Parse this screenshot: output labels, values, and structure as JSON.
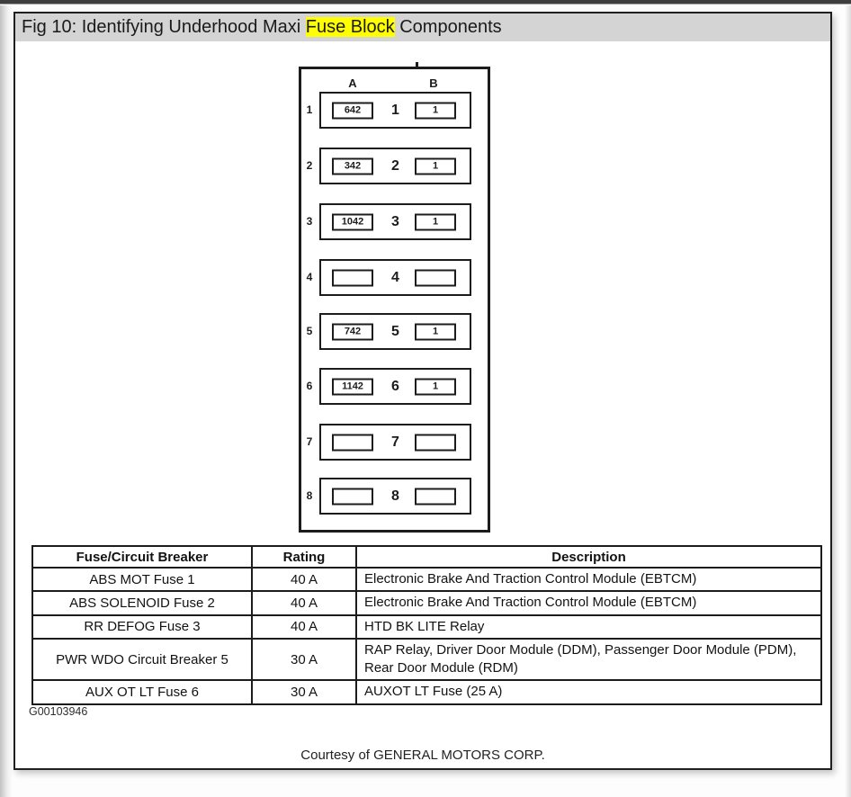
{
  "window": {
    "title_prefix": "Fig 10: Identifying Underhood Maxi ",
    "title_highlight": "Fuse Block",
    "title_suffix": " Components",
    "title_bar_color": "#d4d4d4",
    "highlight_color": "#ffff00"
  },
  "diagram": {
    "column_headers": [
      "A",
      "B"
    ],
    "rows": [
      {
        "num": "1",
        "slot_a": "642",
        "slot_b": "1"
      },
      {
        "num": "2",
        "slot_a": "342",
        "slot_b": "1"
      },
      {
        "num": "3",
        "slot_a": "1042",
        "slot_b": "1"
      },
      {
        "num": "4",
        "slot_a": "",
        "slot_b": ""
      },
      {
        "num": "5",
        "slot_a": "742",
        "slot_b": "1"
      },
      {
        "num": "6",
        "slot_a": "1142",
        "slot_b": "1"
      },
      {
        "num": "7",
        "slot_a": "",
        "slot_b": ""
      },
      {
        "num": "8",
        "slot_a": "",
        "slot_b": ""
      }
    ]
  },
  "table": {
    "headers": [
      "Fuse/Circuit Breaker",
      "Rating",
      "Description"
    ],
    "rows": [
      {
        "fuse": "ABS MOT Fuse 1",
        "rating": "40 A",
        "description": "Electronic Brake And Traction Control Module (EBTCM)"
      },
      {
        "fuse": "ABS SOLENOID Fuse 2",
        "rating": "40 A",
        "description": "Electronic Brake And Traction Control Module (EBTCM)"
      },
      {
        "fuse": "RR DEFOG Fuse 3",
        "rating": "40 A",
        "description": "HTD BK LITE Relay"
      },
      {
        "fuse": "PWR WDO Circuit Breaker 5",
        "rating": "30 A",
        "description": "RAP Relay, Driver Door Module (DDM), Passenger Door Module (PDM), Rear Door Module (RDM)"
      },
      {
        "fuse": "AUX OT LT Fuse 6",
        "rating": "30 A",
        "description": "AUXOT LT Fuse (25 A)"
      }
    ]
  },
  "footer": {
    "figure_id": "G00103946",
    "courtesy_line": "Courtesy of GENERAL MOTORS CORP."
  }
}
